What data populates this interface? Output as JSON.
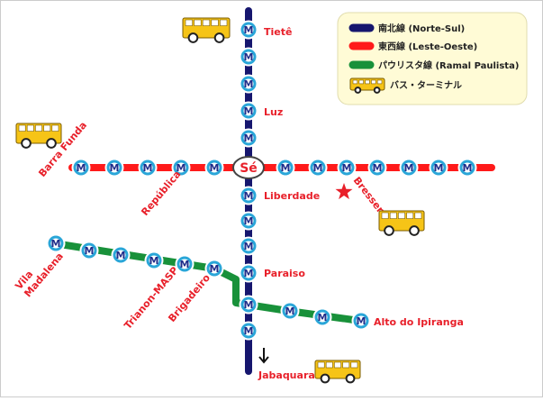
{
  "colors": {
    "north_south": "#16166e",
    "east_west": "#ff1a1a",
    "paulista": "#18913a",
    "station_fill": "#2aa6d8",
    "station_text": "#1f2d8a",
    "label": "#e8202a",
    "bus_body": "#f6c417",
    "legend_bg": "#fffbd6"
  },
  "station_symbol": "M",
  "hub": {
    "label": "Sé"
  },
  "legend": [
    {
      "key": "north_south",
      "icon": "line-swatch-icon",
      "label": "南北線 (Norte-Sul)"
    },
    {
      "key": "east_west",
      "icon": "line-swatch-icon",
      "label": "東西線 (Leste-Oeste)"
    },
    {
      "key": "paulista",
      "icon": "line-swatch-icon",
      "label": "パウリスタ線 (Ramal Paulista)"
    },
    {
      "key": "bus",
      "icon": "bus-icon",
      "label": "バス・ターミナル"
    }
  ],
  "labels": {
    "tiete": "Tietê",
    "luz": "Luz",
    "liberdade": "Liberdade",
    "paraiso": "Paraiso",
    "jabaquara": "Jabaquara",
    "barra_funda": "Barra Funda",
    "republica": "República",
    "bresser": "Bresser",
    "vila_madalena": "Vila\nMadalena",
    "trianon_masp": "Trianon-MASP",
    "brigadeiro": "Brigadeiro",
    "alto_do_ipiranga": "Alto do Ipiranga"
  }
}
